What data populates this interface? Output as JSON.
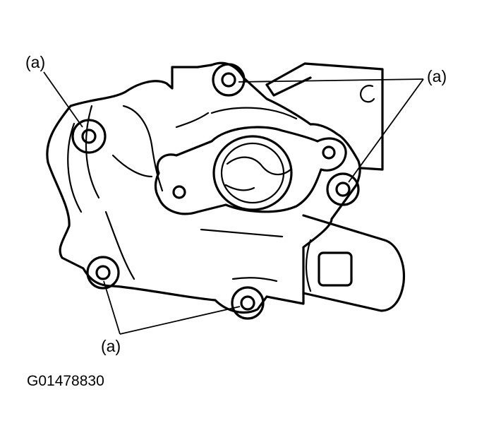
{
  "labels": {
    "callout_top_left": "(a)",
    "callout_top_right": "(a)",
    "callout_bottom": "(a)"
  },
  "figure_id": "G01478830",
  "colors": {
    "ink": "#000000",
    "paper": "#ffffff"
  }
}
